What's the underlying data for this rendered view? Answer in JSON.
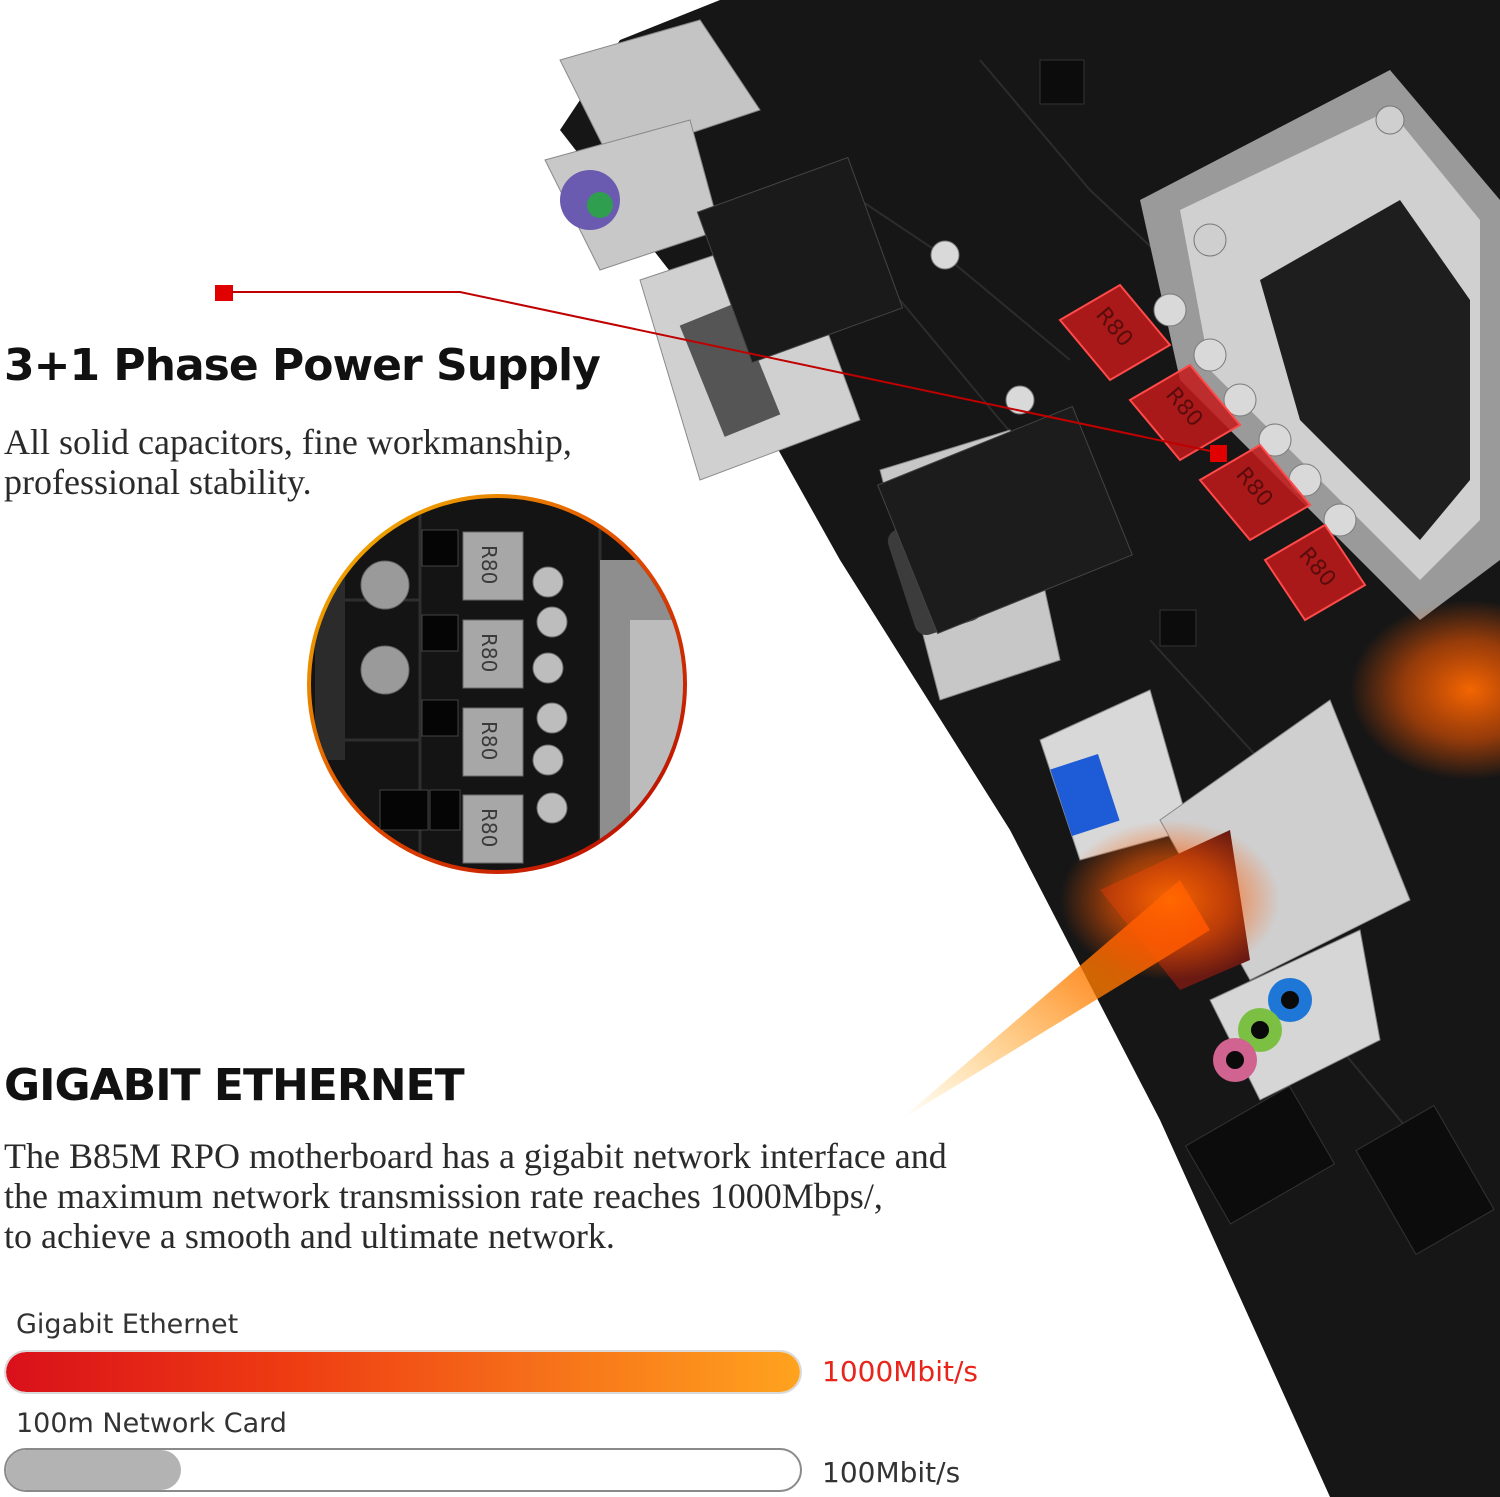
{
  "power": {
    "title": "3+1 Phase Power Supply",
    "description_lines": [
      "All solid capacitors, fine workmanship,",
      "professional stability."
    ],
    "inductor_label": "R80"
  },
  "ethernet": {
    "title": "GIGABIT ETHERNET",
    "description_lines": [
      "The B85M RPO motherboard has a gigabit network interface and",
      "the maximum network transmission rate reaches 1000Mbps/,",
      "to achieve a smooth and ultimate network."
    ]
  },
  "comparison": {
    "gigabit": {
      "label": "Gigabit Ethernet",
      "value": "1000Mbit/s",
      "fill_fraction": 1.0,
      "value_color": "#e8241b"
    },
    "fast": {
      "label": "100m Network Card",
      "value": "100Mbit/s",
      "fill_fraction": 0.22
    }
  },
  "colors": {
    "accent": "#e00000",
    "pcb": "#141414",
    "metal": "#b8b8b8"
  }
}
